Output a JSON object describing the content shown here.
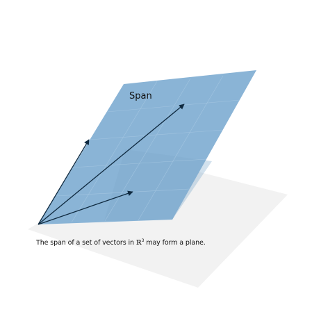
{
  "plane_label": "Span",
  "caption": {
    "prefix": "The span of a set of vectors in ",
    "symbol": "ℝ",
    "exponent": "3",
    "suffix": " may form a plane."
  },
  "colors": {
    "ground": "#f2f2f2",
    "plane": "#8ab4d6",
    "plane_shade": "#7ea9cc",
    "arrow": "#0f2a40",
    "grid": "#a9c9e3"
  }
}
